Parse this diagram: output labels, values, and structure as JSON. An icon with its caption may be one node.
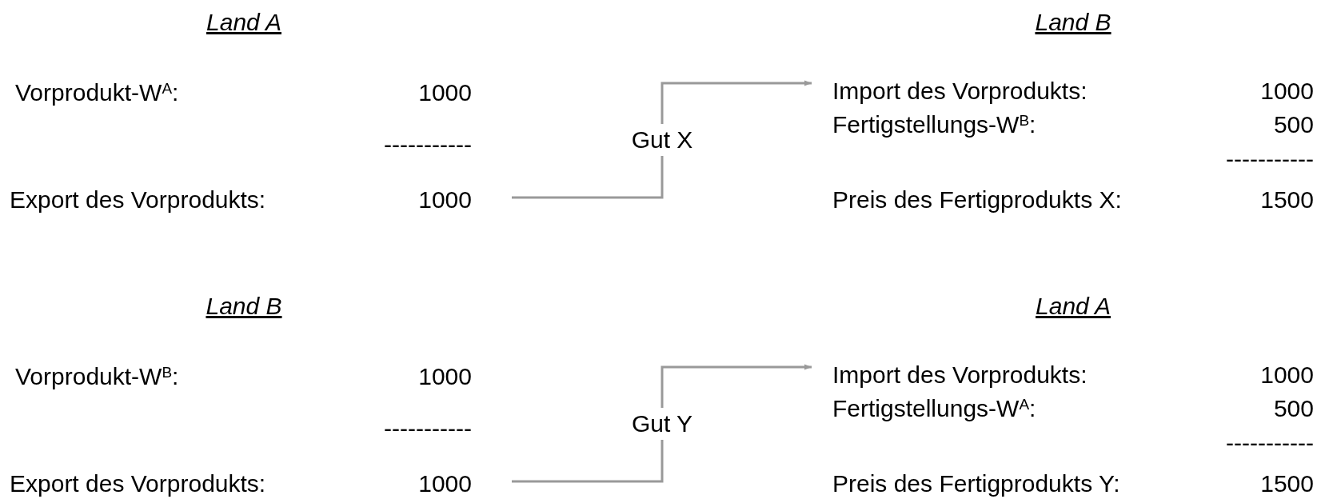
{
  "diagram": {
    "nodes": [
      {
        "text": [
          "Land A",
          "Vorprodukt-W$^{A}$:",
          "1000",
          "-----------",
          "Export des Vorprodukts:",
          "1000"
        ]
      },
      {
        "text": [
          "Land B",
          "Import des Vorprodukts:",
          "1000",
          "Fertigstellungs-W$^{B}$:",
          "500",
          "-----------",
          "Preis des Fertigprodukts X:",
          "1500"
        ]
      },
      {
        "text": [
          "Land B",
          "Vorprodukt-W$^{B}$:",
          "1000",
          "-----------",
          "Export des Vorprodukts:",
          "1000"
        ]
      },
      {
        "text": [
          "Land A",
          "Import des Vorprodukts:",
          "1000",
          "Fertigstellungs-W$^{A}$:",
          "500",
          "-----------",
          "Preis des Fertigprodukts Y:",
          "1500"
        ]
      }
    ],
    "edges": [
      {
        "from": 0,
        "to": 1,
        "arrow": "to",
        "label": "Gut X"
      },
      {
        "from": 2,
        "to": 3,
        "arrow": "to",
        "label": "Gut Y"
      }
    ]
  }
}
